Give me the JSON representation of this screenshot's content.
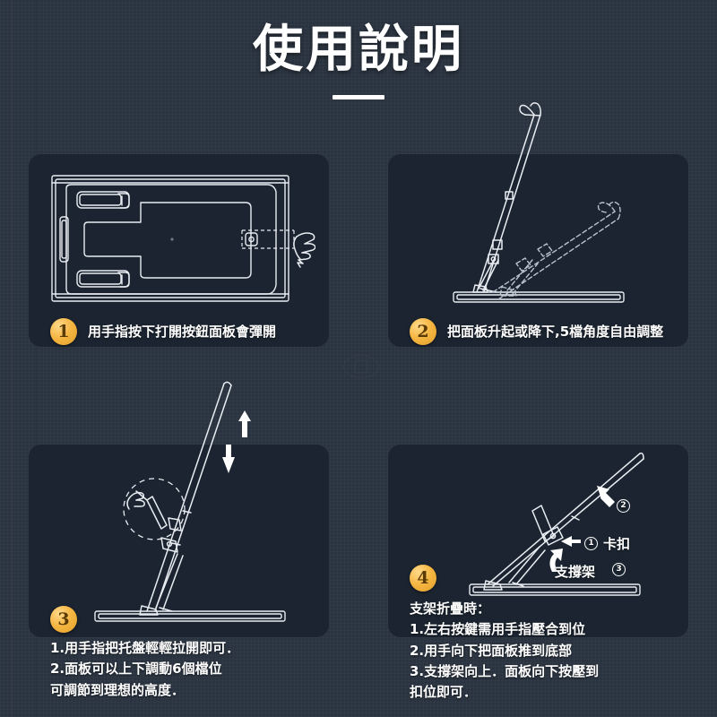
{
  "header": {
    "title": "使用說明",
    "divider": "horizontal-rule"
  },
  "watermark": {
    "present": true
  },
  "steps": [
    {
      "id": "step-1",
      "number": "1",
      "caption": "用手指按下打開按鈕面板會彈開",
      "figure": "folded-stand-top-view-with-hand-pressing-button"
    },
    {
      "id": "step-2",
      "number": "2",
      "caption": "把面板升起或降下,5檔角度自由調整",
      "figure": "stand-side-view-two-angle-positions"
    },
    {
      "id": "step-3",
      "number": "3",
      "caption_lines": [
        "1.用手指把托盤輕輕拉開即可．",
        "2.面板可以上下調動6個檔位",
        "可調節到理想的高度．"
      ],
      "figure": "stand-side-view-with-tray-pullout-and-updown-arrows"
    },
    {
      "id": "step-4",
      "number": "4",
      "caption_lines": [
        "支架折疊時：",
        "1.左右按鍵需用手指壓合到位",
        "2.用手向下把面板推到底部",
        "3.支撐架向上．面板向下按壓到",
        "扣位即可．"
      ],
      "figure": "stand-folding-side-view-with-callouts",
      "annotations": [
        {
          "id": "latch",
          "marker": "1",
          "label": "卡扣"
        },
        {
          "id": "push",
          "marker": "2",
          "label": ""
        },
        {
          "id": "support",
          "marker": "3",
          "label": "支撐架"
        }
      ]
    }
  ],
  "colors": {
    "background": "#2a3340",
    "panel": "#1b2430",
    "badge_accent": "#f5b541",
    "line_art": "#ffffff",
    "text": "#ffffff"
  }
}
